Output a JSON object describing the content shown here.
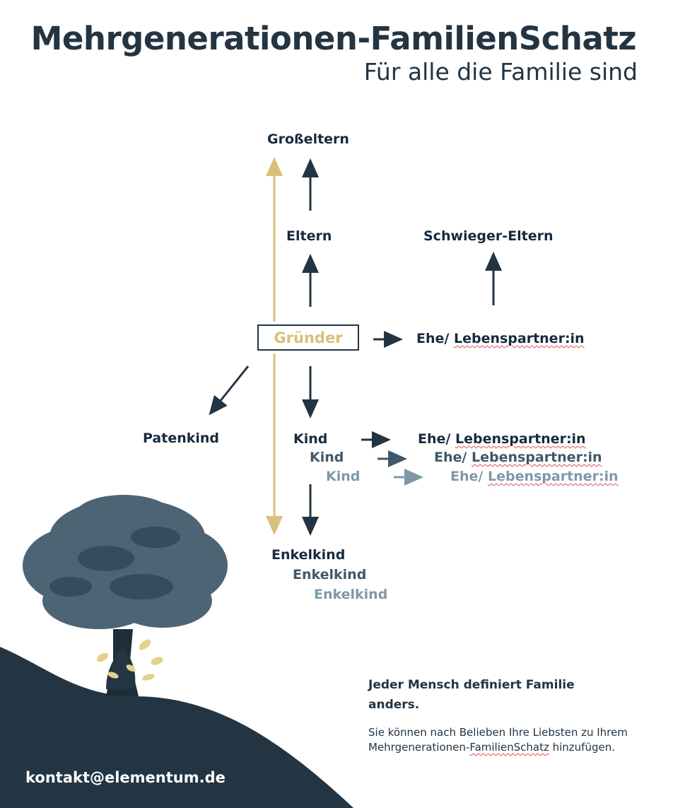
{
  "header": {
    "title": "Mehrgenerationen-FamilienSchatz",
    "subtitle": "Für alle die Familie sind"
  },
  "diagram": {
    "grandparents": "Großeltern",
    "parents": "Eltern",
    "in_laws": "Schwieger-Eltern",
    "founder": "Gründer",
    "spouse_prefix": "Ehe/",
    "spouse_word": "Lebenspartner:in",
    "godchild": "Patenkind",
    "child": "Kind",
    "grandchild": "Enkelkind"
  },
  "note": {
    "heading": "Jeder Mensch definiert Familie anders.",
    "body_before": "Sie können nach Belieben Ihre Liebsten zu Ihrem Mehrgenerationen-",
    "body_word": "FamilienSchatz",
    "body_after": " hinzufügen."
  },
  "footer": {
    "email": "kontakt@elementum.de"
  },
  "colors": {
    "dark": "#233442",
    "gold": "#d9c07a",
    "mid": "#3f5869",
    "light": "#7f98a7",
    "tree": "#4c6474"
  }
}
